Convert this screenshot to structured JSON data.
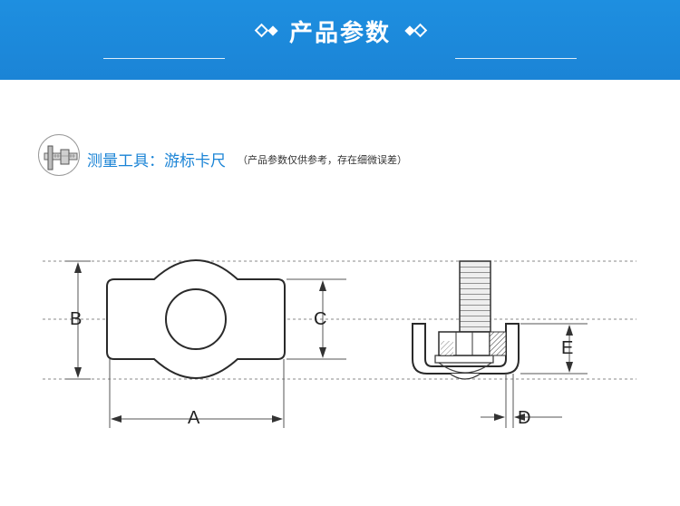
{
  "header": {
    "title": "产品参数",
    "background_color": "#1b84d6"
  },
  "tool": {
    "label": "测量工具：游标卡尺",
    "note": "（产品参数仅供参考，存在细微误差）",
    "icon": "caliper-icon"
  },
  "dimensions": {
    "a": "A",
    "b": "B",
    "c": "C",
    "d": "D",
    "e": "E"
  }
}
